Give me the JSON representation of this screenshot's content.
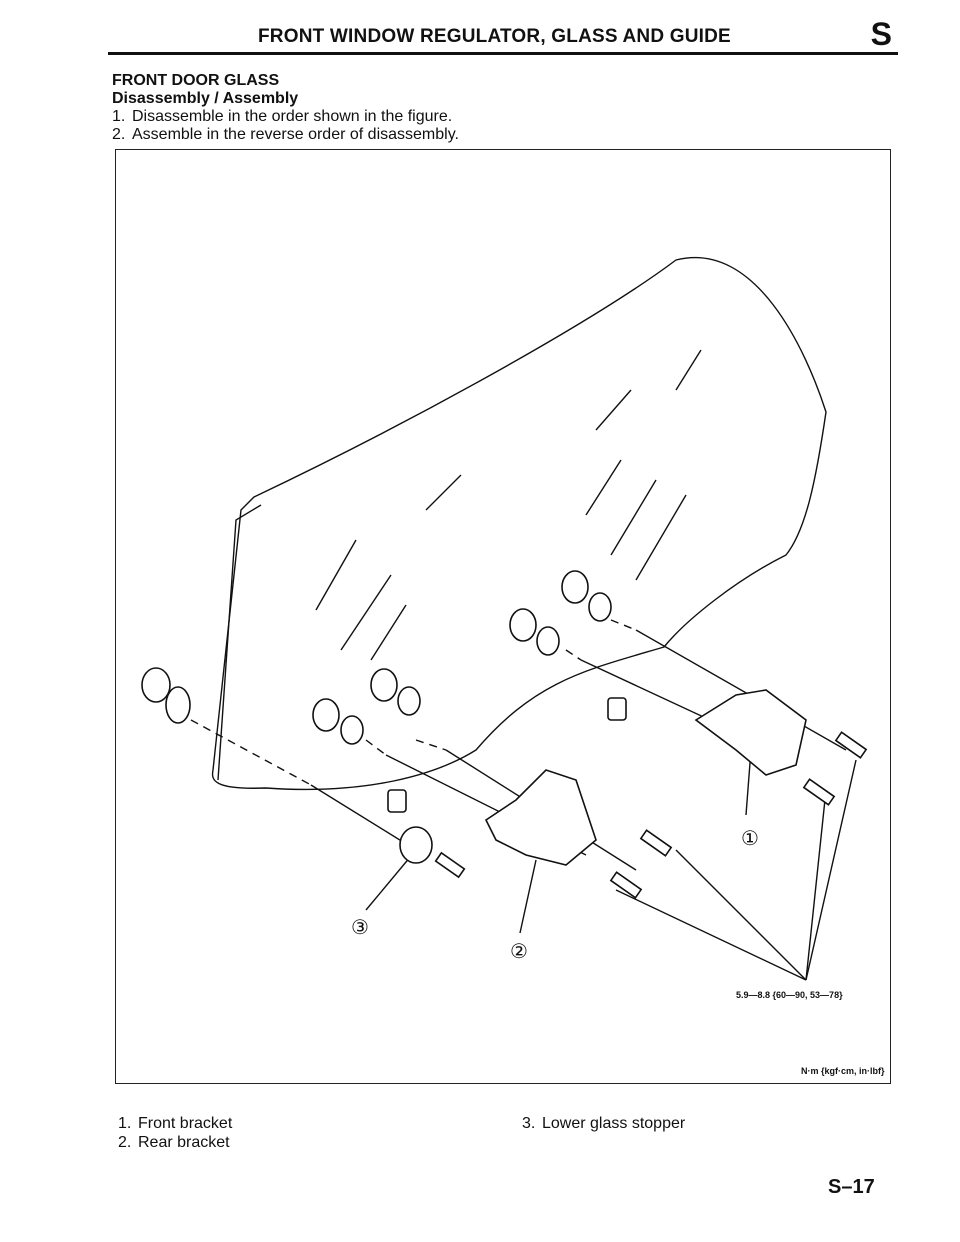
{
  "header": {
    "title": "FRONT WINDOW REGULATOR, GLASS AND GUIDE",
    "section_letter": "S"
  },
  "section": {
    "title": "FRONT DOOR GLASS",
    "subtitle": "Disassembly / Assembly",
    "instructions": [
      {
        "num": "1.",
        "text": "Disassemble in the order shown in the figure."
      },
      {
        "num": "2.",
        "text": "Assemble in the reverse order of disassembly."
      }
    ]
  },
  "figure": {
    "torque_spec": "5.9—8.8 {60—90, 53—78}",
    "unit_note": "N·m {kgf·cm, in·lbf}",
    "callouts": [
      "①",
      "②",
      "③"
    ]
  },
  "parts_list": [
    {
      "num": "1.",
      "label": "Front bracket"
    },
    {
      "num": "2.",
      "label": "Rear bracket"
    },
    {
      "num": "3.",
      "label": "Lower glass stopper"
    }
  ],
  "page_number": "S–17"
}
